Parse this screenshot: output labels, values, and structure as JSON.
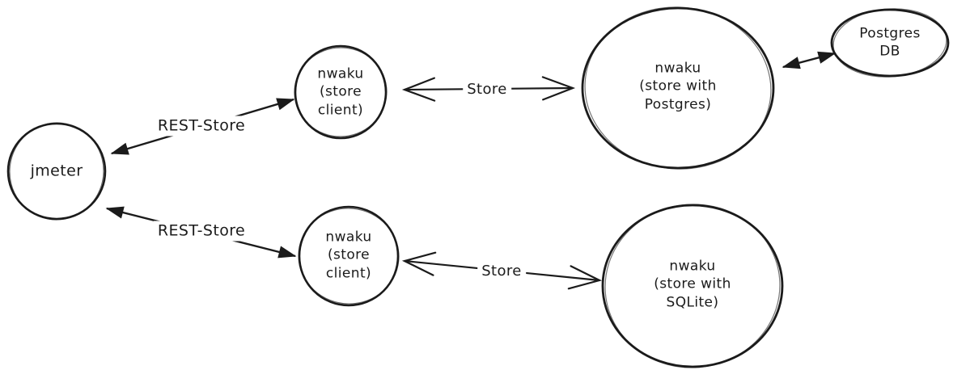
{
  "diagram": {
    "colors": {
      "background": "#ffffff",
      "ink": "#1b1b1b"
    },
    "nodes": {
      "jmeter": {
        "label": "jmeter"
      },
      "store_client_top": {
        "label": "nwaku\n(store\nclient)"
      },
      "store_postgres": {
        "label": "nwaku\n(store with\nPostgres)"
      },
      "postgres_db": {
        "label": "Postgres\nDB"
      },
      "store_client_bottom": {
        "label": "nwaku\n(store\nclient)"
      },
      "store_sqlite": {
        "label": "nwaku\n(store with\nSQLite)"
      }
    },
    "edges": {
      "rest_store_top": {
        "label": "REST-Store",
        "style": "double-arrow-filled"
      },
      "rest_store_bottom": {
        "label": "REST-Store",
        "style": "double-arrow-filled"
      },
      "store_top": {
        "label": "Store",
        "style": "double-arrow-open"
      },
      "store_bottom": {
        "label": "Store",
        "style": "double-arrow-open"
      },
      "postgres_db_link": {
        "label": "",
        "style": "double-arrow-filled"
      }
    }
  }
}
